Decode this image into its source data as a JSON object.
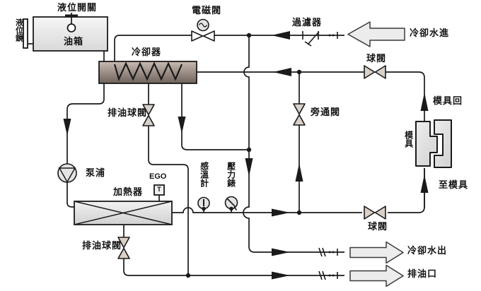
{
  "diagram": {
    "title": "油溫機管路圖 (oil temperature controller piping schematic)",
    "labels": {
      "level_switch": "液位開關",
      "level_gauge": "液位鏡",
      "oil_tank": "油箱",
      "cooler": "冷卻器",
      "solenoid_valve": "電磁閥",
      "filter": "過濾器",
      "cooling_water_in": "冷卻水進",
      "ball_valve_top": "球閥",
      "mold_return": "模具回",
      "bypass_valve": "旁通閥",
      "mold": "模具",
      "to_mold": "至模具",
      "cooler_drain_ball_valve": "排油球閥",
      "pump": "泵浦",
      "ego": "EGO",
      "ego_sensor": "T",
      "temperature_gauge": "感溫計",
      "pressure_gauge": "壓力錶",
      "heater": "加熱器",
      "ball_valve_bottom": "球閥",
      "heater_drain_ball_valve": "排油球閥",
      "cooling_water_out": "冷卻水出",
      "oil_drain": "排油口"
    },
    "colors": {
      "line": "#1a1a1a",
      "cooler_top": "#c9bab1",
      "cooler_bottom": "#6e635c",
      "component_fill": "#e4e4e4",
      "valve_fill": "#d9d1c9",
      "block_arrow_fill": "#ececec",
      "background": "#ffffff"
    }
  }
}
